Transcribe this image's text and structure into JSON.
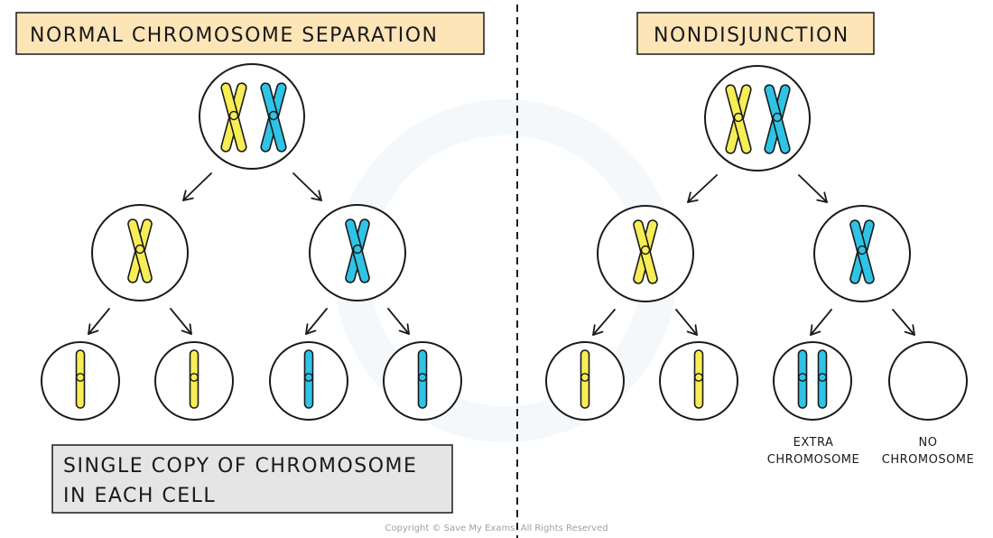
{
  "normal": {
    "title": "NORMAL CHROMOSOME SEPARATION",
    "note_line1": "SINGLE COPY OF CHROMOSOME",
    "note_line2": "IN EACH CELL"
  },
  "nondisjunction": {
    "title": "NONDISJUNCTION",
    "extra_label_line1": "EXTRA",
    "extra_label_line2": "CHROMOSOME",
    "none_label_line1": "NO",
    "none_label_line2": "CHROMOSOME"
  },
  "copyright": "Copyright © Save My Exams. All Rights Reserved",
  "colors": {
    "title_box": "#fde5b8",
    "note_box": "#e5e5e5",
    "yellow_chromosome": "#f7ee55",
    "blue_chromosome": "#2fc4e6",
    "outline": "#1a1a1a"
  }
}
